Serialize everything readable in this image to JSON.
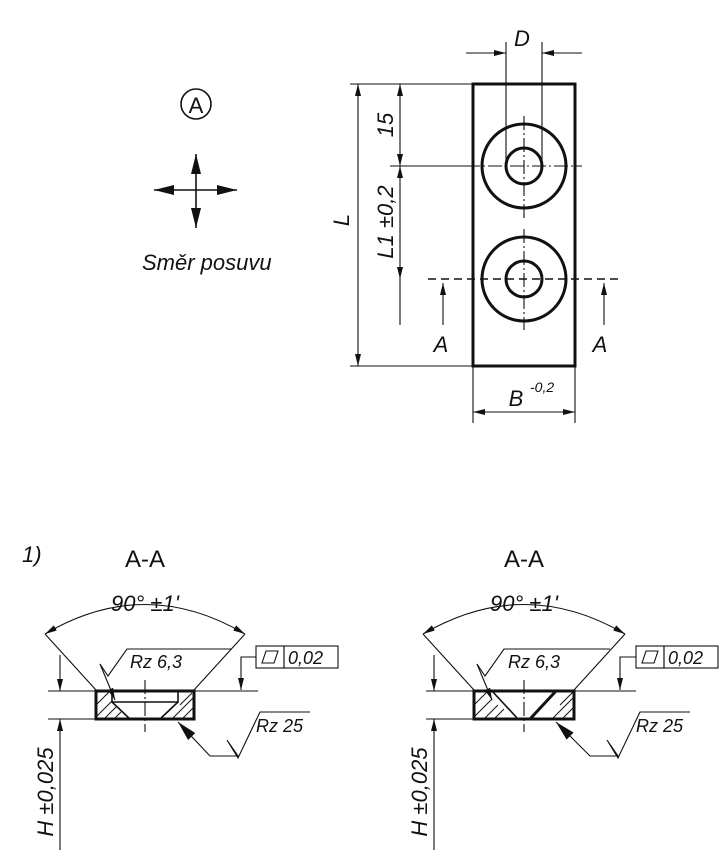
{
  "labels": {
    "view_marker": "A",
    "feed_direction": "Směr posuvu",
    "dim_D": "D",
    "dim_L": "L",
    "dim_15": "15",
    "dim_L1": "L1 ±0,2",
    "dim_B": "B",
    "dim_B_tol": "-0,2",
    "section_marker_A": "A",
    "footnote": "1)",
    "section_title": "A-A",
    "angle": "90° ±1'",
    "roughness_fine": "Rz 6,3",
    "roughness_coarse": "Rz 25",
    "flatness_tol": "0,02",
    "dim_H": "H ±0,025"
  },
  "icons": {
    "feed_arrows": "four-way-arrow-icon",
    "flatness": "flatness-symbol-icon",
    "roughness": "surface-roughness-check-icon"
  },
  "colors": {
    "ink": "#111111",
    "background": "#ffffff"
  }
}
